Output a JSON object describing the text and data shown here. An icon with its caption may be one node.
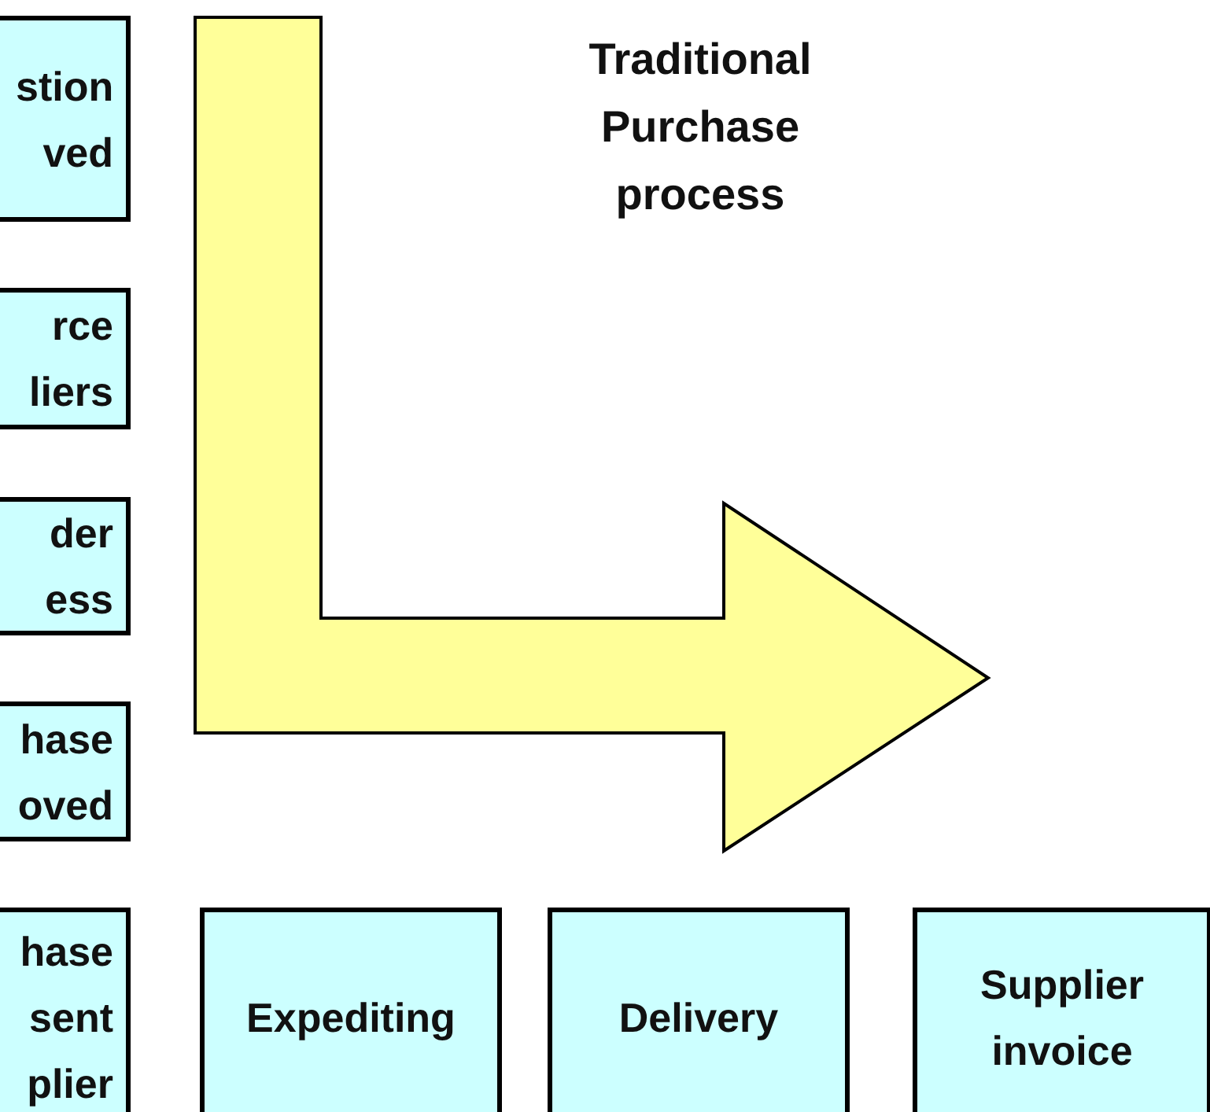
{
  "diagram": {
    "title": "Traditional Purchase process",
    "nodes": [
      {
        "text": [
          "stion ved"
        ]
      },
      {
        "text": [
          "rce liers"
        ]
      },
      {
        "text": [
          "der ess"
        ]
      },
      {
        "text": [
          "hase oved"
        ]
      },
      {
        "text": [
          "hase sent plier"
        ]
      },
      {
        "text": [
          "Expediting"
        ]
      },
      {
        "text": [
          "Delivery"
        ]
      },
      {
        "text": [
          "Supplier invoice"
        ]
      }
    ]
  }
}
